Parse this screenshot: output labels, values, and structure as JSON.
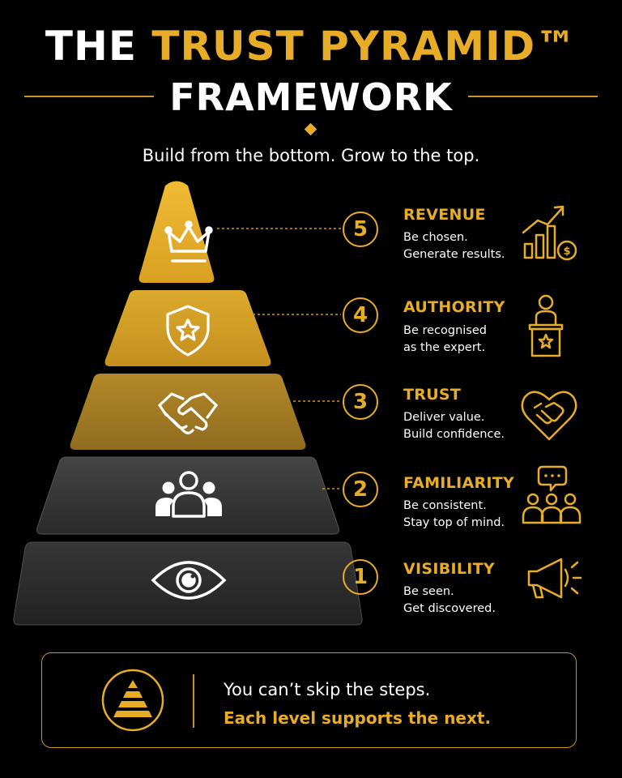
{
  "title": {
    "line1_part1": "THE ",
    "line1_part2": "TRUST PYRAMID™",
    "line2": "FRAMEWORK"
  },
  "subtitle": "Build from the bottom. Grow to the top.",
  "levels": [
    {
      "number": "5",
      "title": "REVENUE",
      "desc1": "Be chosen.",
      "desc2": "Generate results.",
      "tier_icon": "crown-icon",
      "side_icon": "growth-chart-dollar-icon"
    },
    {
      "number": "4",
      "title": "AUTHORITY",
      "desc1": "Be recognised",
      "desc2": "as the expert.",
      "tier_icon": "shield-star-icon",
      "side_icon": "speaker-podium-icon"
    },
    {
      "number": "3",
      "title": "TRUST",
      "desc1": "Deliver value.",
      "desc2": "Build confidence.",
      "tier_icon": "handshake-icon",
      "side_icon": "heart-handshake-icon"
    },
    {
      "number": "2",
      "title": "FAMILIARITY",
      "desc1": "Be consistent.",
      "desc2": "Stay top of mind.",
      "tier_icon": "people-group-icon",
      "side_icon": "chat-group-icon"
    },
    {
      "number": "1",
      "title": "VISIBILITY",
      "desc1": "Be seen.",
      "desc2": "Get discovered.",
      "tier_icon": "eye-icon",
      "side_icon": "megaphone-icon"
    }
  ],
  "footer": {
    "line1": "You can’t skip the steps.",
    "line2": "Each level supports the next.",
    "icon": "pyramid-icon"
  },
  "colors": {
    "background": "#000000",
    "accent": "#e8ad27",
    "tier5": "#e3aa24",
    "tier4": "#d19c25",
    "tier3": "#a77f24",
    "tier2": "#383838",
    "tier1": "#2c2c2c"
  }
}
